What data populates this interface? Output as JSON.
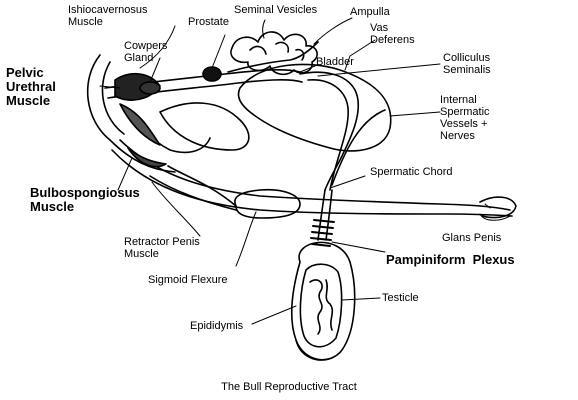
{
  "diagram": {
    "caption": "The Bull Reproductive Tract",
    "labels": {
      "ischiocavernosus": [
        "Ishiocavernosus",
        "Muscle"
      ],
      "prostate": [
        "Prostate"
      ],
      "seminal_vesicles": [
        "Seminal Vesicles"
      ],
      "ampulla": [
        "Ampulla"
      ],
      "vas_deferens": [
        "Vas",
        "Deferens"
      ],
      "cowpers_gland": [
        "Cowpers",
        "Gland"
      ],
      "bladder": [
        "Bladder"
      ],
      "colliculus": [
        "Colliculus",
        "Seminalis"
      ],
      "pelvic_urethral": [
        "Pelvic",
        "Urethral",
        "Muscle"
      ],
      "internal_spermatic": [
        "Internal",
        "Spermatic",
        "Vessels +",
        "Nerves"
      ],
      "spermatic_chord": [
        "Spermatic Chord"
      ],
      "bulbospongiosus": [
        "Bulbospongiosus",
        "Muscle"
      ],
      "glans_penis": [
        "Glans Penis"
      ],
      "retractor_penis": [
        "Retractor Penis",
        "Muscle"
      ],
      "pampiniform": [
        "Pampiniform  Plexus"
      ],
      "sigmoid_flexure": [
        "Sigmoid Flexure"
      ],
      "testicle": [
        "Testicle"
      ],
      "epididymis": [
        "Epididymis"
      ]
    }
  }
}
